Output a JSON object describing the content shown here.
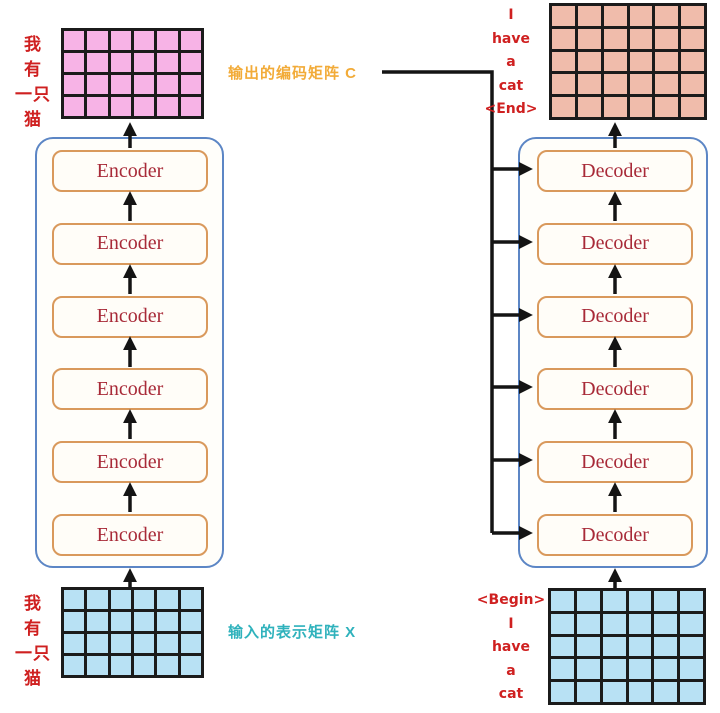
{
  "diagram": {
    "encoder_label": "Encoder",
    "decoder_label": "Decoder",
    "num_blocks": 6,
    "labels": {
      "output_matrix": "输出的编码矩阵 C",
      "input_matrix": "输入的表示矩阵 X"
    },
    "left_output_tokens": [
      "我",
      "有",
      "一只",
      "猫"
    ],
    "left_input_tokens": [
      "我",
      "有",
      "一只",
      "猫"
    ],
    "right_output_tokens": [
      "I",
      "have",
      "a",
      "cat",
      "<End>"
    ],
    "right_input_tokens": [
      "<Begin>",
      "I",
      "have",
      "a",
      "cat"
    ],
    "matrices": {
      "top_left": {
        "rows": 4,
        "cols": 6,
        "fill": "#f7b3e6"
      },
      "top_right": {
        "rows": 5,
        "cols": 6,
        "fill": "#f0bcab"
      },
      "bottom_left": {
        "rows": 4,
        "cols": 6,
        "fill": "#b8e1f4"
      },
      "bottom_right": {
        "rows": 5,
        "cols": 6,
        "fill": "#b8e1f4"
      }
    },
    "colors": {
      "token_red": "#cf2020",
      "gold": "#f2ab38",
      "teal": "#2fb2bc",
      "block_text": "#a82a38",
      "block_border": "#d9995c",
      "container_border": "#5c86c5",
      "line": "#141414"
    }
  }
}
